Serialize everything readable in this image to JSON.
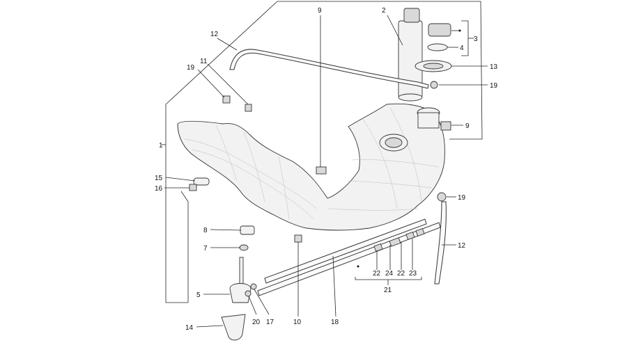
{
  "labels": {
    "l1": "1",
    "l2": "2",
    "l3": "3",
    "l4": "4",
    "l5": "5",
    "l7": "7",
    "l8": "8",
    "l9a": "9",
    "l9b": "9",
    "l10": "10",
    "l11": "11",
    "l12a": "12",
    "l12b": "12",
    "l13": "13",
    "l14": "14",
    "l15": "15",
    "l16": "16",
    "l17": "17",
    "l18": "18",
    "l19a": "19",
    "l19b": "19",
    "l19c": "19",
    "l20": "20",
    "l21": "21",
    "l22a": "22",
    "l22b": "22",
    "l23": "23",
    "l24": "24"
  }
}
